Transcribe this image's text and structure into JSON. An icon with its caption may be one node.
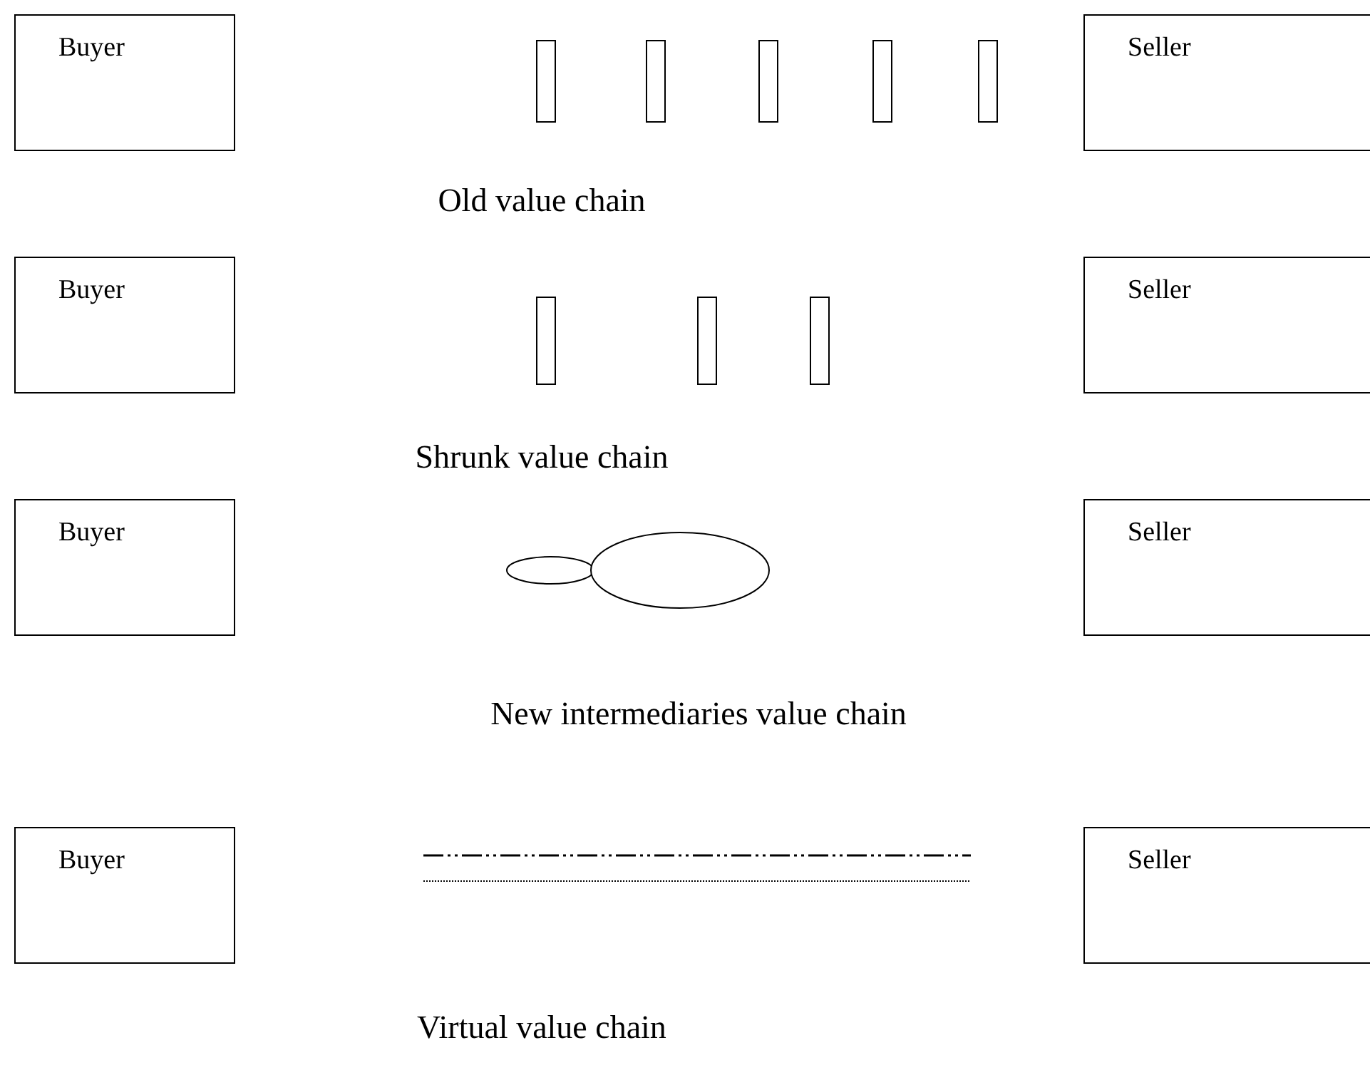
{
  "diagram": {
    "nodes": [
      {
        "text": [
          "Buyer"
        ]
      },
      {
        "text": [],
        "shape": "box"
      },
      {
        "text": [],
        "shape": "box"
      },
      {
        "text": [],
        "shape": "box"
      },
      {
        "text": [],
        "shape": "box"
      },
      {
        "text": [],
        "shape": "box"
      },
      {
        "text": [
          "Seller"
        ]
      },
      {
        "text": [
          "Buyer"
        ]
      },
      {
        "text": [],
        "shape": "box"
      },
      {
        "text": [],
        "shape": "box"
      },
      {
        "text": [],
        "shape": "box"
      },
      {
        "text": [
          "Seller"
        ]
      },
      {
        "text": [
          "Buyer"
        ]
      },
      {
        "text": [],
        "shape": "ellipse"
      },
      {
        "text": [],
        "shape": "ellipse"
      },
      {
        "text": [
          "Seller"
        ]
      },
      {
        "text": [
          "Buyer"
        ]
      },
      {
        "text": [],
        "shape": "line"
      },
      {
        "text": [],
        "shape": "line"
      },
      {
        "text": [
          "Seller"
        ]
      }
    ],
    "labels": [
      "Old value chain",
      "Shrunk value chain",
      "New intermediaries value chain",
      "Virtual value chain"
    ]
  }
}
